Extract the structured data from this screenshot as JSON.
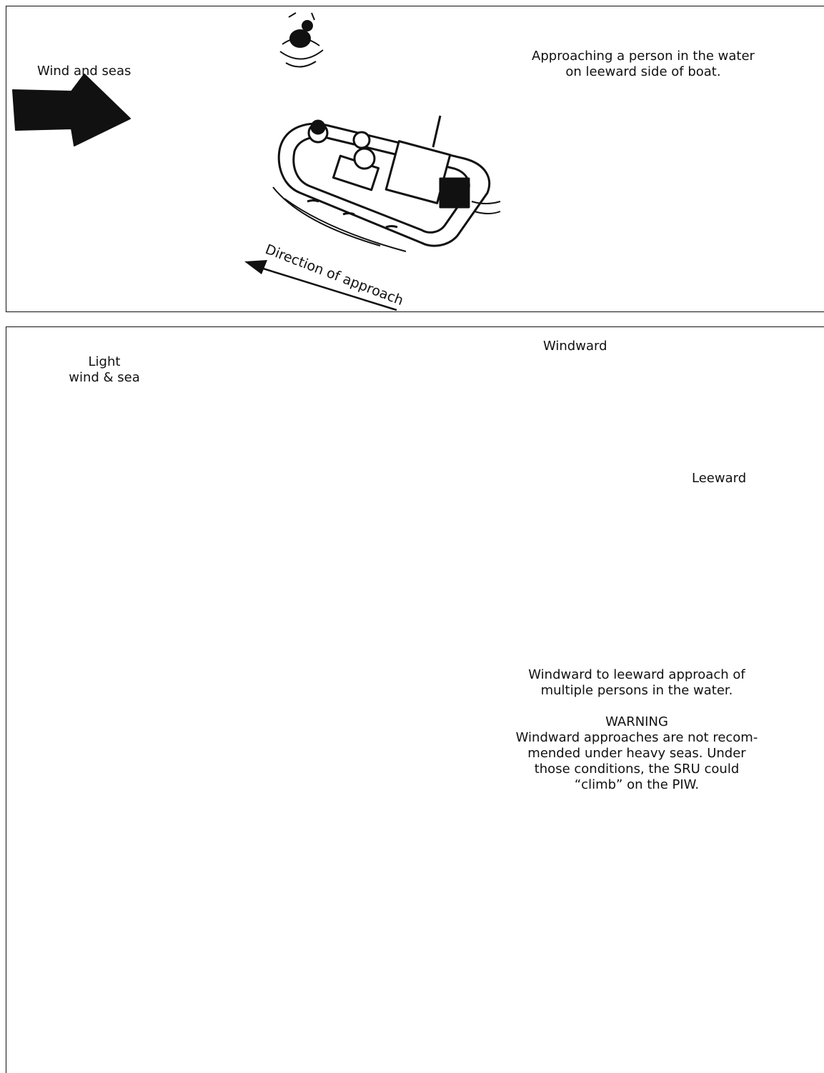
{
  "top_panel": {
    "wind_label": "Wind and seas",
    "caption_line1": "Approaching a person in the water",
    "caption_line2": "on leeward side of boat.",
    "approach_label": "Direction of approach"
  },
  "bottom_panel": {
    "wind_label_line1": "Light",
    "wind_label_line2": "wind & sea",
    "windward_label": "Windward",
    "leeward_label": "Leeward",
    "caption_line1": "Windward to leeward approach of",
    "caption_line2": "multiple persons in the water.",
    "warning_title": "WARNING",
    "warning_line1": "Windward approaches are not recom-",
    "warning_line2": "mended under heavy seas. Under",
    "warning_line3": "those conditions, the SRU could",
    "warning_line4": "“climb” on the PIW."
  },
  "colors": {
    "ink": "#111111",
    "background": "#ffffff"
  }
}
